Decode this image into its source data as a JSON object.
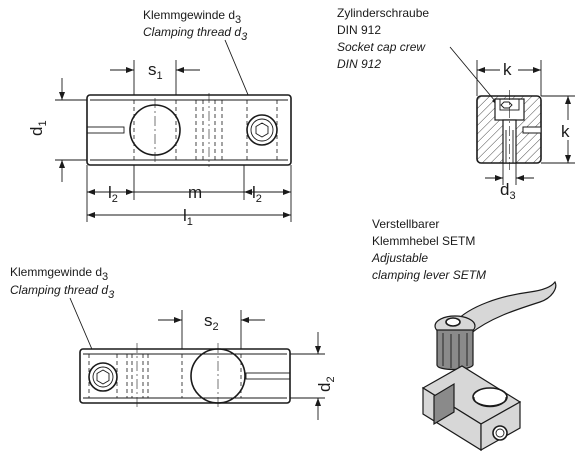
{
  "top_view": {
    "thread_label_de": "Klemmgewinde d",
    "thread_label_de_sub": "3",
    "thread_label_en": "Clamping thread d",
    "thread_label_en_sub": "3",
    "dim_s": "s",
    "dim_s_sub": "1",
    "dim_d": "d",
    "dim_d_sub": "1",
    "dim_l_left": "l",
    "dim_l_left_sub": "2",
    "dim_m": "m",
    "dim_l_right": "l",
    "dim_l_right_sub": "2",
    "dim_l_total": "l",
    "dim_l_total_sub": "1"
  },
  "side_view": {
    "screw_label_de_1": "Zylinderschraube",
    "screw_label_de_2": "DIN 912",
    "screw_label_en_1": "Socket cap crew",
    "screw_label_en_2": "DIN 912",
    "dim_k_top": "k",
    "dim_k_side": "k",
    "dim_d": "d",
    "dim_d_sub": "3"
  },
  "bottom_view": {
    "thread_label_de": "Klemmgewinde d",
    "thread_label_de_sub": "3",
    "thread_label_en": "Clamping thread d",
    "thread_label_en_sub": "3",
    "dim_s": "s",
    "dim_s_sub": "2",
    "dim_d": "d",
    "dim_d_sub": "2"
  },
  "lever_view": {
    "label_de_1": "Verstellbarer",
    "label_de_2": "Klemmhebel SETM",
    "label_en_1": "Adjustable",
    "label_en_2": "clamping lever SETM"
  }
}
